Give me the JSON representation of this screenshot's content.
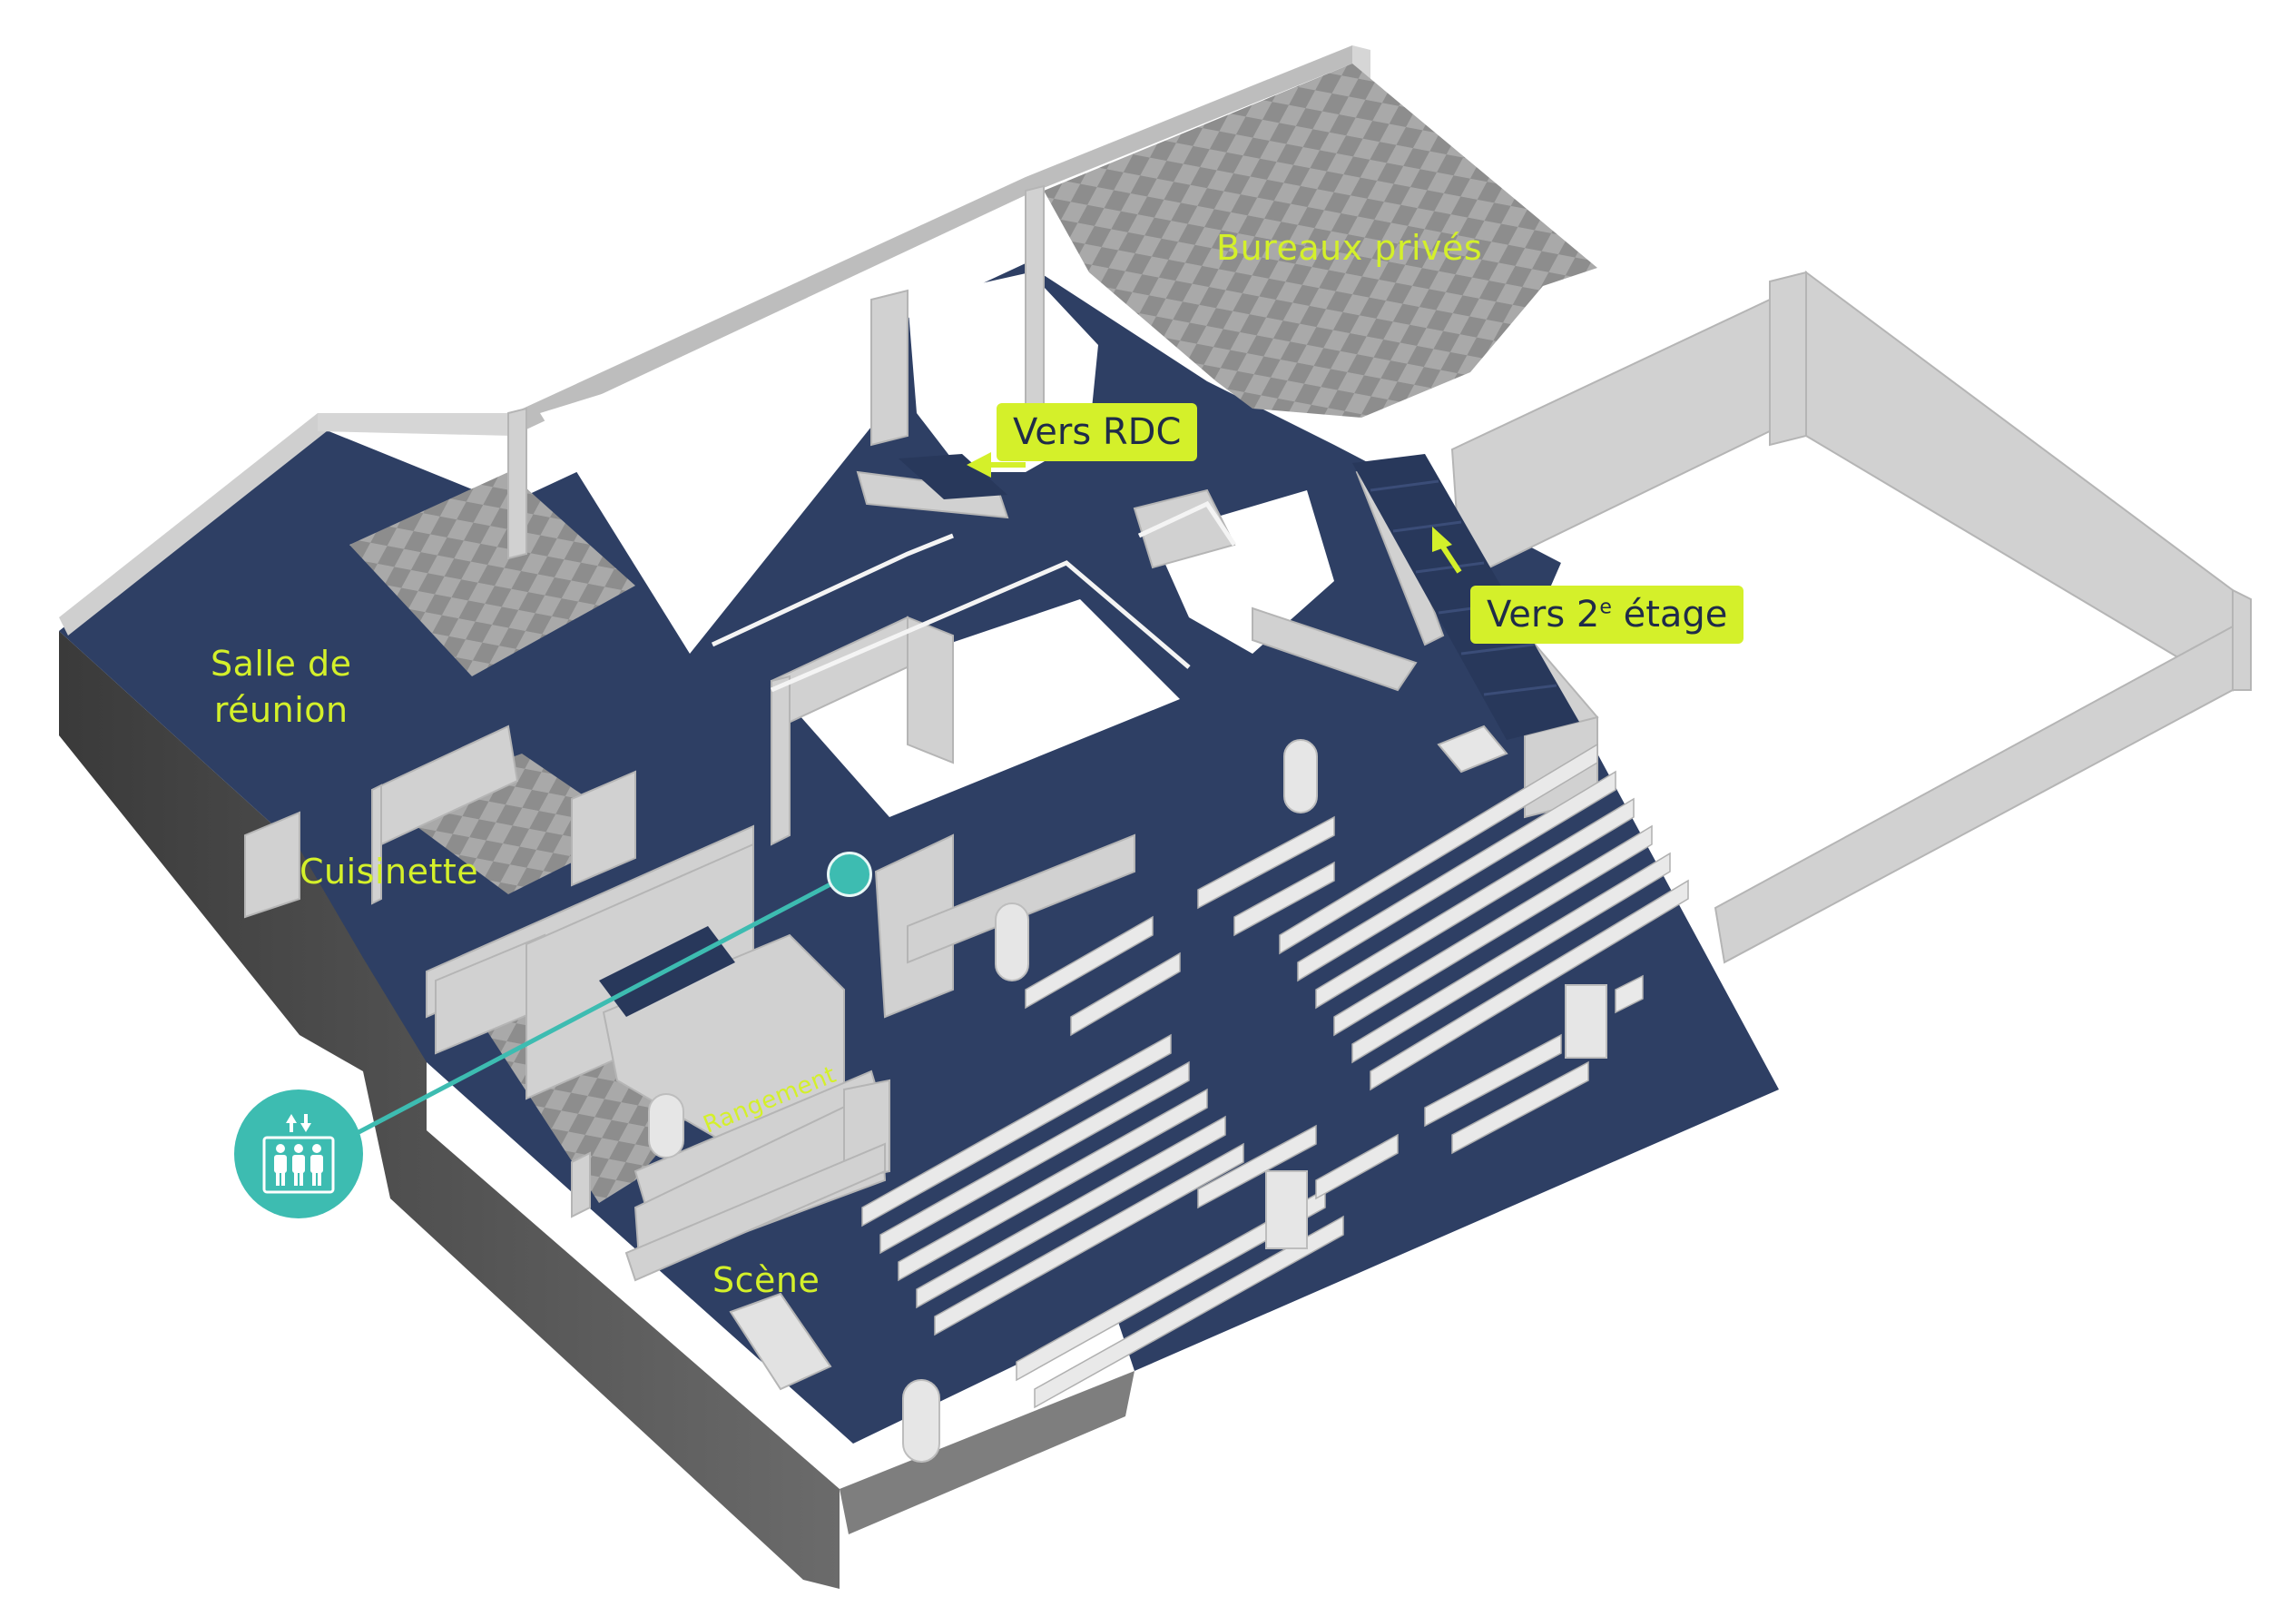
{
  "rooms": {
    "bureaux": "Bureaux privés",
    "salle_line1": "Salle de",
    "salle_line2": "réunion",
    "cuisinette": "Cuisinette",
    "rangement": "Rangement",
    "scene": "Scène"
  },
  "callouts": {
    "rdc": "Vers RDC",
    "etage_prefix": "Vers 2",
    "etage_sup": "e",
    "etage_suffix": " étage"
  },
  "icons": {
    "elevator": "elevator-icon"
  },
  "colors": {
    "floor": "#2e3f64",
    "wall": "#c9c9c9",
    "label": "#d4f02a",
    "accent": "#3dbcb1"
  }
}
